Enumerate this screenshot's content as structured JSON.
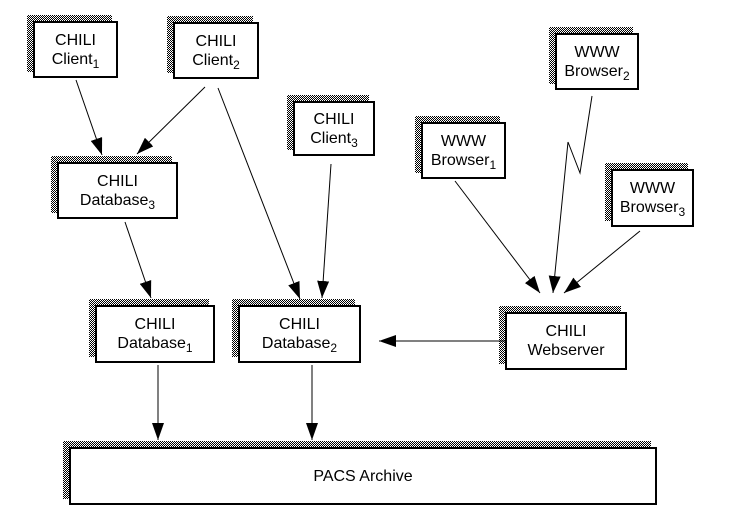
{
  "nodes": {
    "client1": {
      "line1": "CHILI",
      "line2": "Client",
      "sub": "1"
    },
    "client2": {
      "line1": "CHILI",
      "line2": "Client",
      "sub": "2"
    },
    "client3": {
      "line1": "CHILI",
      "line2": "Client",
      "sub": "3"
    },
    "browser1": {
      "line1": "WWW",
      "line2": "Browser",
      "sub": "1"
    },
    "browser2": {
      "line1": "WWW",
      "line2": "Browser",
      "sub": "2"
    },
    "browser3": {
      "line1": "WWW",
      "line2": "Browser",
      "sub": "3"
    },
    "database1": {
      "line1": "CHILI",
      "line2": "Database",
      "sub": "1"
    },
    "database2": {
      "line1": "CHILI",
      "line2": "Database",
      "sub": "2"
    },
    "database3": {
      "line1": "CHILI",
      "line2": "Database",
      "sub": "3"
    },
    "webserver": {
      "line1": "CHILI",
      "line2": "Webserver",
      "sub": ""
    },
    "pacs": {
      "line1": "PACS Archive"
    }
  },
  "connections": [
    {
      "from": "CHILI Client 1",
      "to": "CHILI Database 3",
      "style": "straight-arrow"
    },
    {
      "from": "CHILI Client 2",
      "to": "CHILI Database 3",
      "style": "straight-arrow"
    },
    {
      "from": "CHILI Client 2",
      "to": "CHILI Database 2",
      "style": "straight-arrow"
    },
    {
      "from": "CHILI Client 3",
      "to": "CHILI Database 2",
      "style": "straight-arrow"
    },
    {
      "from": "CHILI Database 3",
      "to": "CHILI Database 1",
      "style": "straight-arrow"
    },
    {
      "from": "CHILI Database 1",
      "to": "PACS Archive",
      "style": "straight-arrow"
    },
    {
      "from": "CHILI Database 2",
      "to": "PACS Archive",
      "style": "straight-arrow"
    },
    {
      "from": "WWW Browser 1",
      "to": "CHILI Webserver",
      "style": "straight-arrow"
    },
    {
      "from": "WWW Browser 2",
      "to": "CHILI Webserver",
      "style": "zigzag-arrow"
    },
    {
      "from": "WWW Browser 3",
      "to": "CHILI Webserver",
      "style": "straight-arrow"
    },
    {
      "from": "CHILI Webserver",
      "to": "CHILI Database 2",
      "style": "straight-arrow"
    }
  ],
  "colors": {
    "line": "#000000",
    "box_fill": "#ffffff",
    "box_border": "#000000",
    "shadow_pattern": "black-white-checker"
  }
}
